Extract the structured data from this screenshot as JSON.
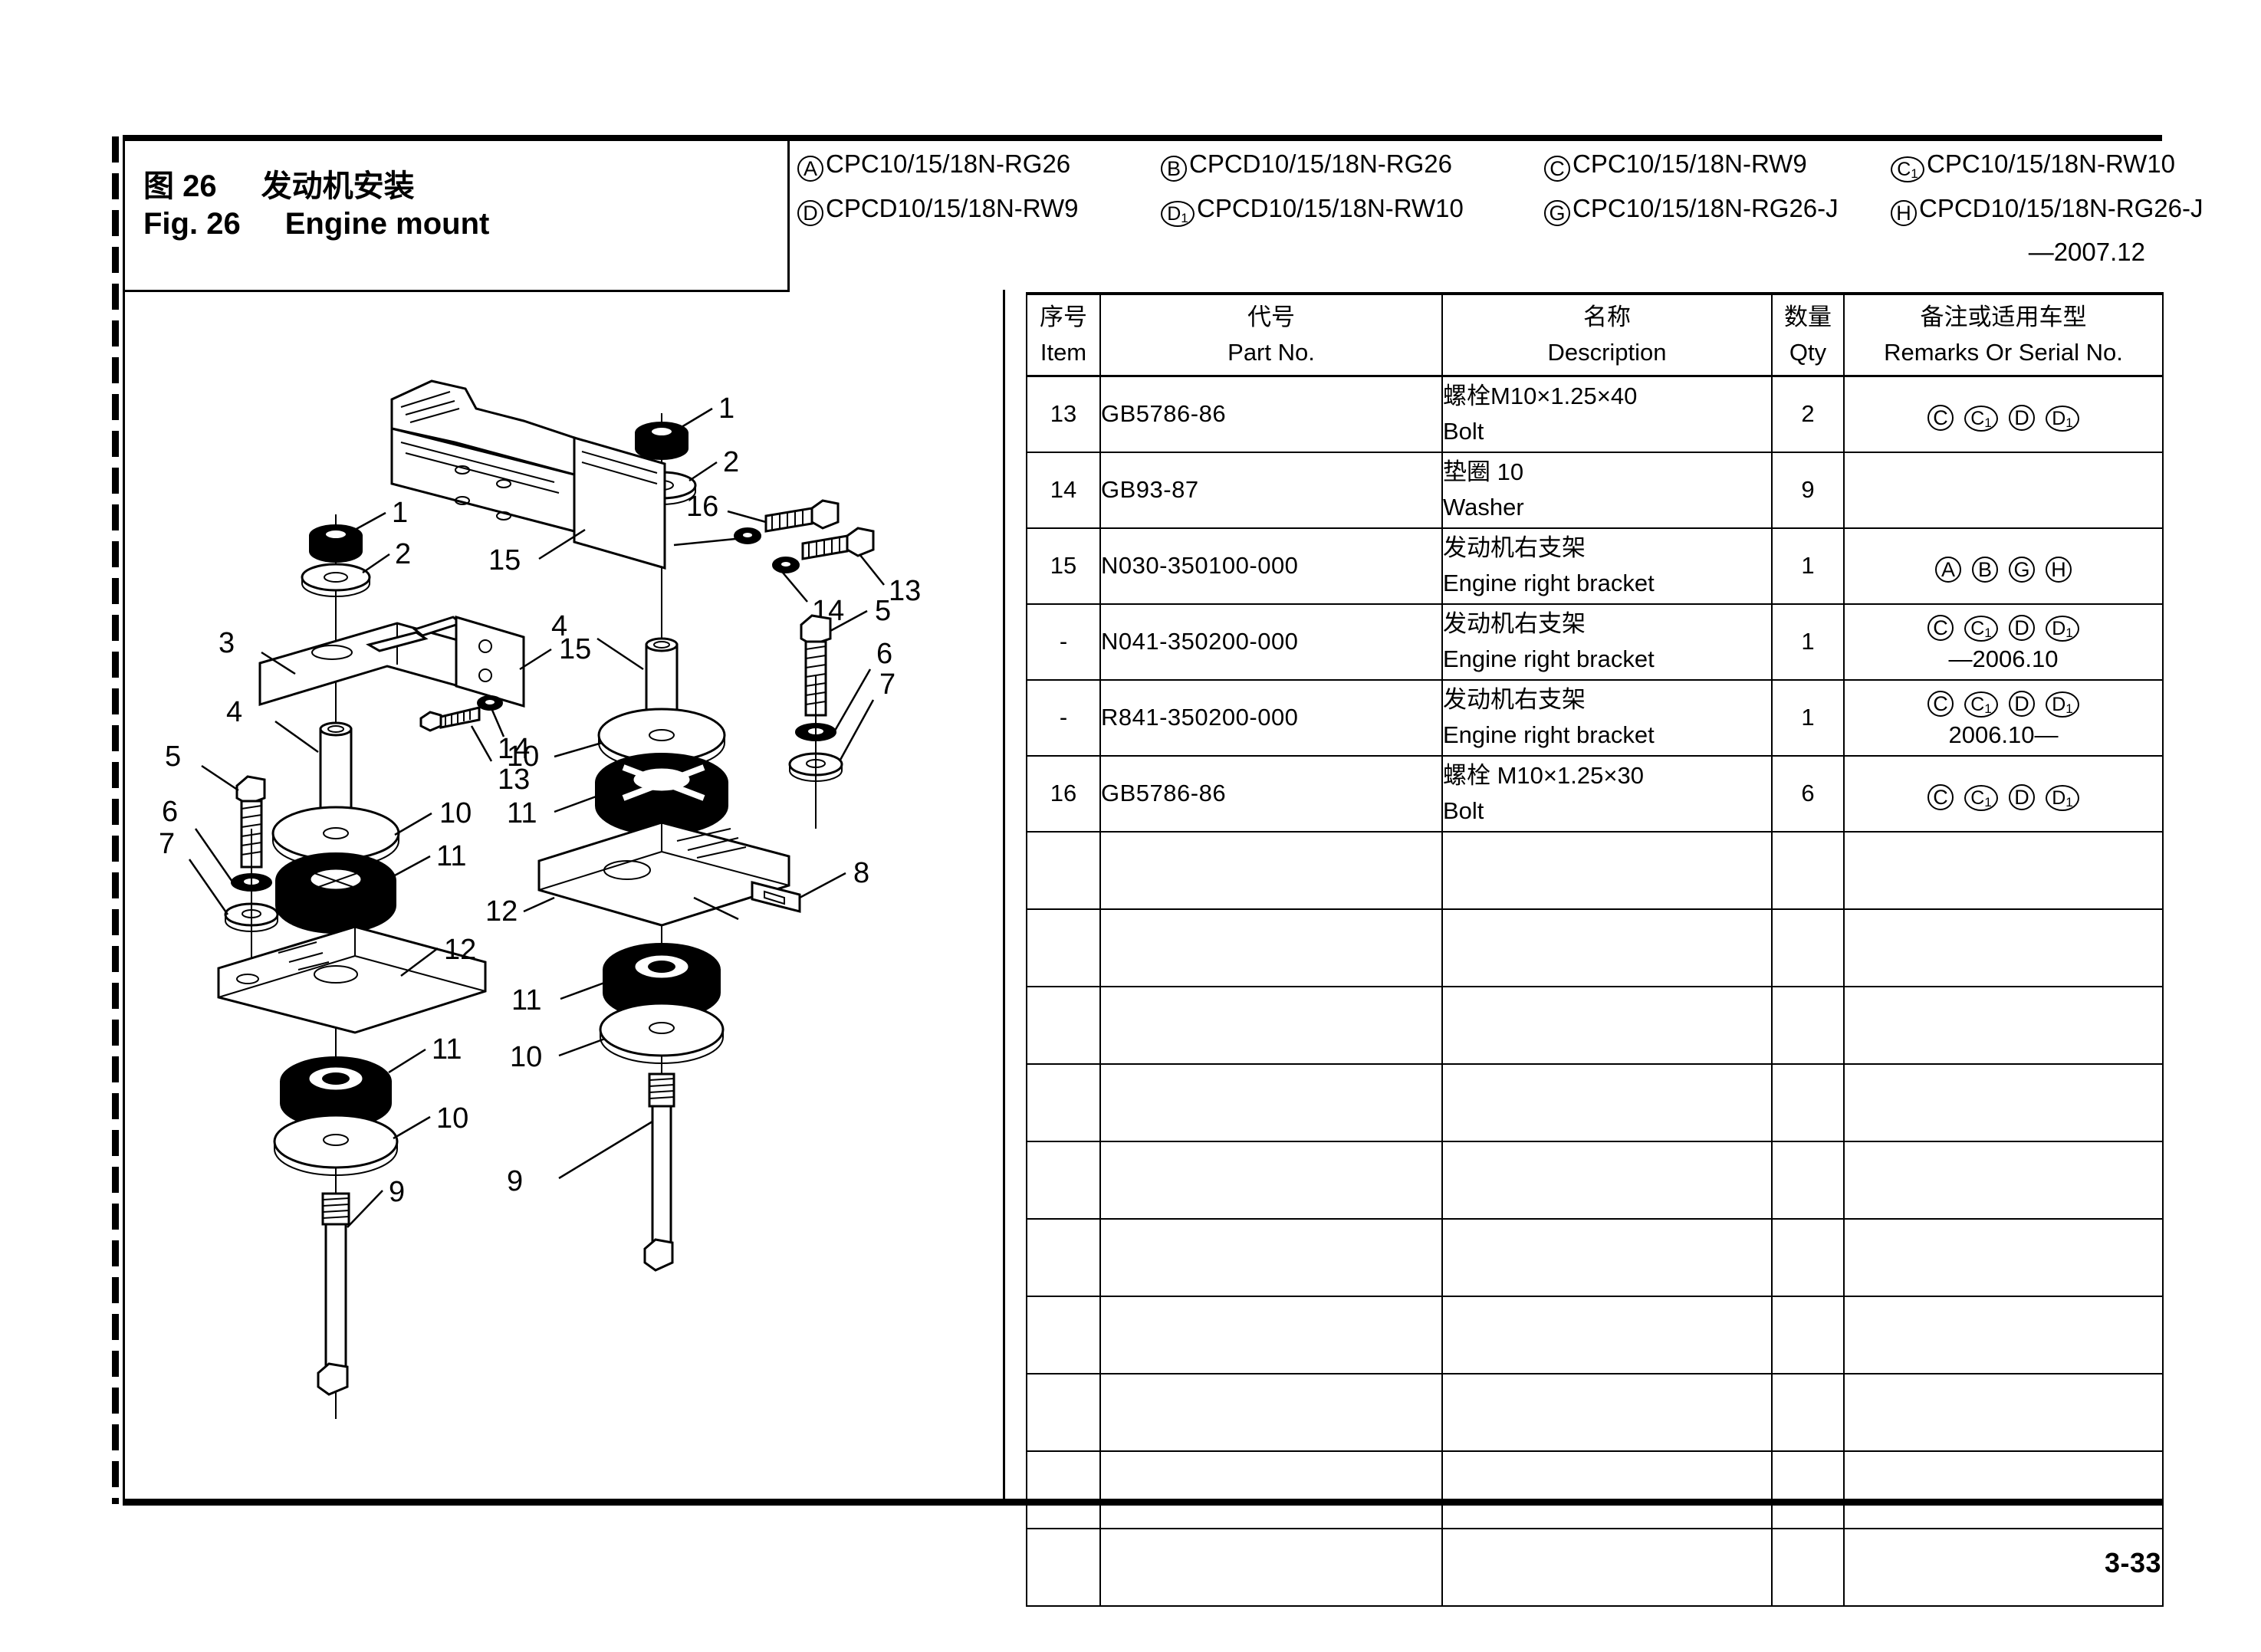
{
  "figure": {
    "number_cn": "图 26",
    "title_cn": "发动机安装",
    "number_en": "Fig. 26",
    "title_en": "Engine mount"
  },
  "models": {
    "row1": [
      {
        "code": "A",
        "model": "CPC10/15/18N-RG26"
      },
      {
        "code": "B",
        "model": "CPCD10/15/18N-RG26"
      },
      {
        "code": "C",
        "model": "CPC10/15/18N-RW9"
      },
      {
        "code": "C1",
        "model": "CPC10/15/18N-RW10"
      }
    ],
    "row2": [
      {
        "code": "D",
        "model": "CPCD10/15/18N-RW9"
      },
      {
        "code": "D1",
        "model": "CPCD10/15/18N-RW10"
      },
      {
        "code": "G",
        "model": "CPC10/15/18N-RG26-J"
      },
      {
        "code": "H",
        "model": "CPCD10/15/18N-RG26-J"
      }
    ],
    "date_note": "—2007.12"
  },
  "table": {
    "headers": [
      {
        "cn": "序号",
        "en": "Item"
      },
      {
        "cn": "代号",
        "en": "Part No."
      },
      {
        "cn": "名称",
        "en": "Description"
      },
      {
        "cn": "数量",
        "en": "Qty"
      },
      {
        "cn": "备注或适用车型",
        "en": "Remarks Or Serial No."
      }
    ],
    "rows": [
      {
        "item": "13",
        "part_no": "GB5786-86",
        "desc_cn": "螺栓M10×1.25×40",
        "desc_en": "Bolt",
        "qty": "2",
        "remark_codes": [
          "C",
          "C1",
          "D",
          "D1"
        ],
        "remark_serial": ""
      },
      {
        "item": "14",
        "part_no": "GB93-87",
        "desc_cn": "垫圈 10",
        "desc_en": "Washer",
        "qty": "9",
        "remark_codes": [],
        "remark_serial": ""
      },
      {
        "item": "15",
        "part_no": "N030-350100-000",
        "desc_cn": "发动机右支架",
        "desc_en": "Engine right bracket",
        "qty": "1",
        "remark_codes": [
          "A",
          "B",
          "G",
          "H"
        ],
        "remark_serial": ""
      },
      {
        "item": "-",
        "part_no": "N041-350200-000",
        "desc_cn": "发动机右支架",
        "desc_en": "Engine right bracket",
        "qty": "1",
        "remark_codes": [
          "C",
          "C1",
          "D",
          "D1"
        ],
        "remark_serial": "—2006.10"
      },
      {
        "item": "-",
        "part_no": "R841-350200-000",
        "desc_cn": "发动机右支架",
        "desc_en": "Engine right bracket",
        "qty": "1",
        "remark_codes": [
          "C",
          "C1",
          "D",
          "D1"
        ],
        "remark_serial": "2006.10—"
      },
      {
        "item": "16",
        "part_no": "GB5786-86",
        "desc_cn": "螺栓 M10×1.25×30",
        "desc_en": "Bolt",
        "qty": "6",
        "remark_codes": [
          "C",
          "C1",
          "D",
          "D1"
        ],
        "remark_serial": ""
      }
    ],
    "empty_row_count": 10
  },
  "drawing": {
    "callouts": [
      "1",
      "2",
      "3",
      "4",
      "5",
      "6",
      "7",
      "8",
      "9",
      "10",
      "11",
      "12",
      "13",
      "14",
      "15",
      "16"
    ]
  },
  "page_number": "3-33"
}
